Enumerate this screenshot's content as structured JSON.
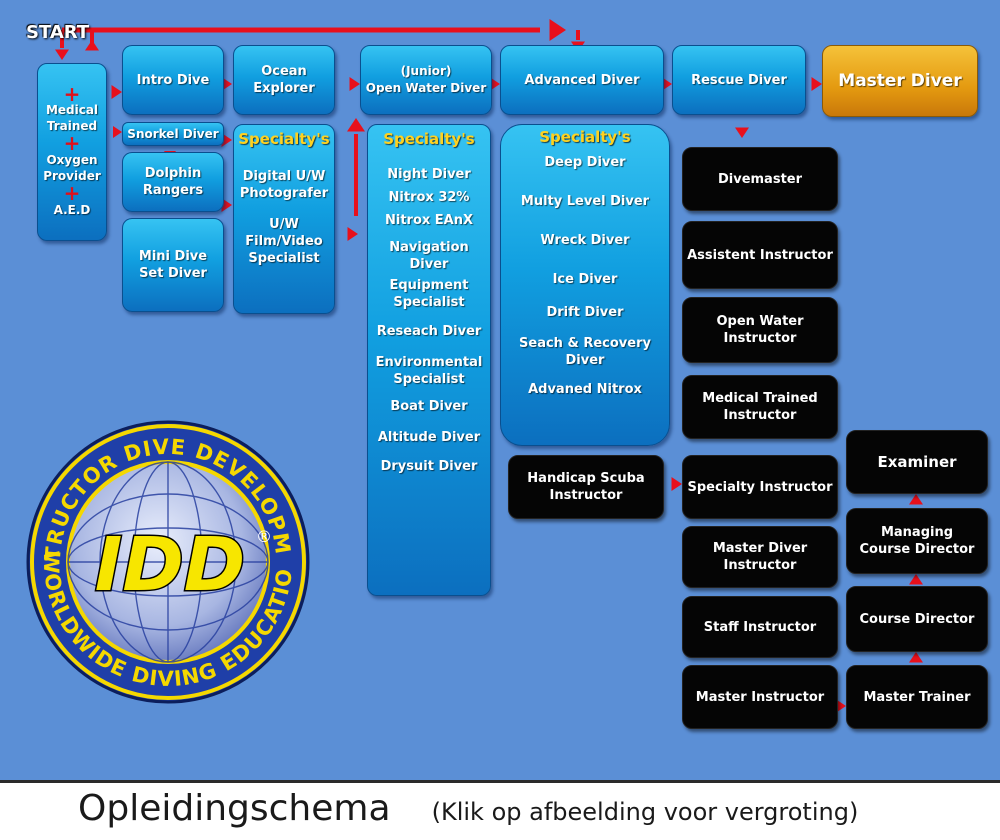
{
  "start_label": "START",
  "prereq": {
    "lines": [
      "Medical",
      "Trained",
      "Oxygen",
      "Provider",
      "A.E.D"
    ],
    "plus_symbol": "+"
  },
  "intro_dive": "Intro Dive",
  "snorkel_diver": "Snorkel Diver",
  "dolphin_rangers": [
    "Dolphin",
    "Rangers"
  ],
  "mini_dive": [
    "Mini Dive",
    "Set Diver"
  ],
  "ocean_explorer": [
    "Ocean",
    "Explorer"
  ],
  "specialty_left": {
    "title": "Specialty's",
    "items": [
      [
        "Digital U/W",
        "Photografer"
      ],
      [
        "U/W",
        "Film/Video",
        "Specialist"
      ]
    ]
  },
  "open_water": [
    "(Junior)",
    "Open Water Diver"
  ],
  "specialty_ow": {
    "title": "Specialty's",
    "items": [
      [
        "Night Diver"
      ],
      [
        "Nitrox 32%"
      ],
      [
        "Nitrox EAnX"
      ],
      [
        "Navigation",
        "Diver"
      ],
      [
        "Equipment",
        "Specialist"
      ],
      [
        "Reseach Diver"
      ],
      [
        "Environmental",
        "Specialist"
      ],
      [
        "Boat Diver"
      ],
      [
        "Altitude Diver"
      ],
      [
        "Drysuit Diver"
      ]
    ]
  },
  "advanced": "Advanced Diver",
  "specialty_adv": {
    "title": "Specialty's",
    "items": [
      [
        "Deep Diver"
      ],
      [
        "Multy Level Diver"
      ],
      [
        "Wreck Diver"
      ],
      [
        "Ice Diver"
      ],
      [
        "Drift Diver"
      ],
      [
        "Seach & Recovery",
        "Diver"
      ],
      [
        "Advaned Nitrox"
      ]
    ]
  },
  "rescue": "Rescue Diver",
  "master_diver": "Master Diver",
  "pro_track": {
    "divemaster": "Divemaster",
    "assistent": "Assistent Instructor",
    "ow_instructor": [
      "Open Water",
      "Instructor"
    ],
    "medical_instructor": [
      "Medical Trained",
      "Instructor"
    ],
    "specialty_instructor": "Specialty Instructor",
    "mdi": [
      "Master Diver",
      "Instructor"
    ],
    "staff": "Staff Instructor",
    "master_instructor": "Master Instructor",
    "handicap": [
      "Handicap Scuba",
      "Instructor"
    ],
    "master_trainer": "Master Trainer",
    "course_director": "Course Director",
    "managing_cd": [
      "Managing",
      "Course Director"
    ],
    "examiner": "Examiner"
  },
  "logo": {
    "ring_top": "INSTRUCTOR DIVE DEVELOPMENT",
    "ring_bottom": "WORLDWIDE DIVING EDUCATION",
    "mark": "IDD",
    "registered": "®"
  },
  "caption": {
    "main": "Opleidingschema",
    "sub": "(Klik op afbeelding voor vergroting)"
  },
  "colors": {
    "background": "#5b8fd6",
    "arrow": "#e8101c",
    "specialty_title": "#ffd21f",
    "gold": "#e49a10"
  }
}
